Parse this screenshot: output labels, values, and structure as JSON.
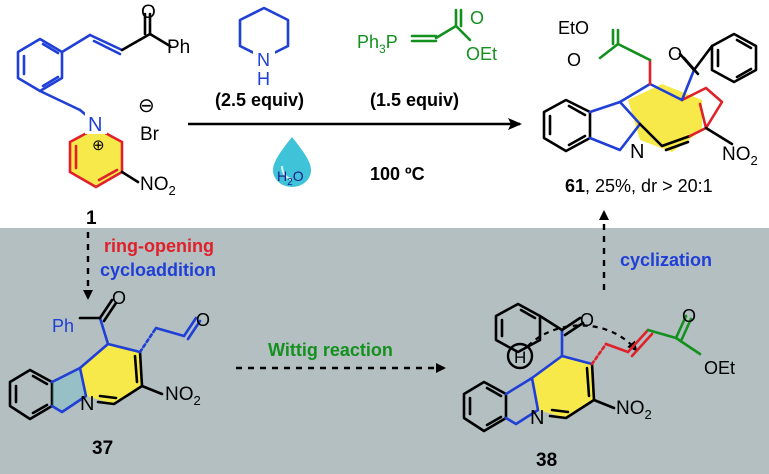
{
  "colors": {
    "panel_bg": "#b3bfc1",
    "blue": "#1f3fd6",
    "red": "#e0202a",
    "green": "#14901f",
    "yellow": "#f7e94a",
    "water": "#3fc3d8",
    "black": "#000000"
  },
  "reactant": {
    "ph": "Ph",
    "carbonyl_o": "O",
    "n_plus": "N",
    "charge": "⊕",
    "counter_charge": "⊖",
    "br": "Br",
    "no2_main": "NO",
    "no2_sub": "2",
    "number": "1"
  },
  "reagents": {
    "piperidine_n": "N",
    "piperidine_h": "H",
    "piperidine_equiv": "(2.5 equiv)",
    "ylide_ph3": "Ph",
    "ylide_ph3_sub": "3",
    "ylide_p": "P",
    "ylide_o": "O",
    "ylide_oet": "OEt",
    "ylide_equiv": "(1.5 equiv)",
    "water_h": "H",
    "water_sub": "2",
    "water_o": "O",
    "temperature": "100 ºC"
  },
  "product": {
    "etO": "EtO",
    "o_ester": "O",
    "o_ketone": "O",
    "n": "N",
    "no2_main": "NO",
    "no2_sub": "2",
    "number": "61",
    "caption": ", 25%, dr > 20:1"
  },
  "steps": {
    "ring_opening": "ring-opening",
    "cycloaddition": "cycloaddition",
    "wittig": "Wittig reaction",
    "cyclization": "cyclization"
  },
  "intermediate_37": {
    "ph": "Ph",
    "o_ketone": "O",
    "o_aldehyde": "O",
    "n": "N",
    "no2_main": "NO",
    "no2_sub": "2",
    "number": "37"
  },
  "intermediate_38": {
    "h": "H",
    "o_ketone": "O",
    "o_ester": "O",
    "oet": "OEt",
    "n": "N",
    "no2_main": "NO",
    "no2_sub": "2",
    "number": "38"
  },
  "icons": [
    "water-drop-icon",
    "reaction-arrow",
    "dashed-arrow"
  ]
}
